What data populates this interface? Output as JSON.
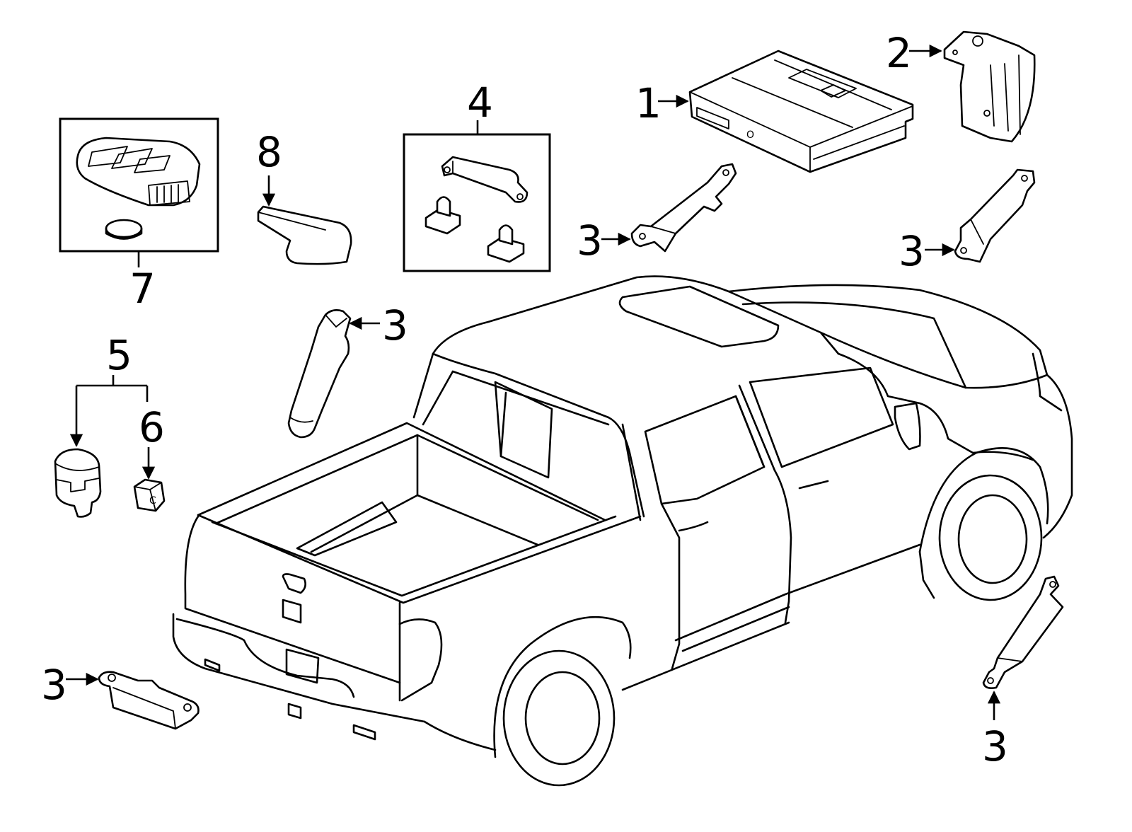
{
  "callouts": {
    "p1": "1",
    "p2": "2",
    "p3a": "3",
    "p3b": "3",
    "p3c": "3",
    "p3d": "3",
    "p3e": "3",
    "p4": "4",
    "p5": "5",
    "p6": "6",
    "p7": "7",
    "p8": "8"
  },
  "marks": {
    "sensor_letter": "C",
    "module_letter": "O"
  }
}
